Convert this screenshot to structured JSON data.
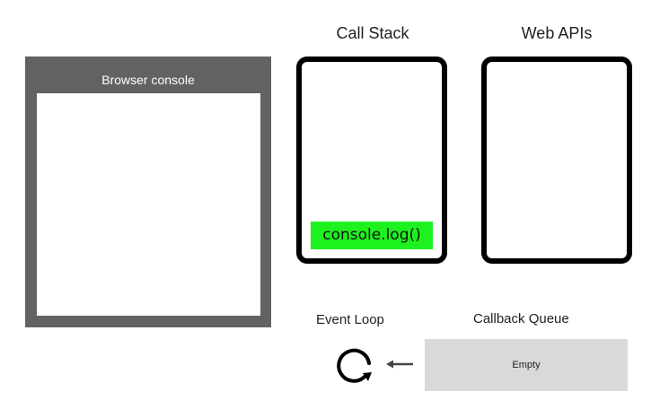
{
  "browser_console": {
    "title": "Browser console"
  },
  "call_stack": {
    "heading": "Call Stack",
    "items": [
      "console.log()"
    ]
  },
  "web_apis": {
    "heading": "Web APIs"
  },
  "event_loop": {
    "label": "Event Loop",
    "icon": "refresh-loop-icon"
  },
  "callback_queue": {
    "label": "Callback Queue",
    "status": "Empty",
    "arrow_icon": "arrow-left-icon"
  },
  "colors": {
    "console_frame": "#626262",
    "stack_item": "#1ef21e",
    "queue_background": "#d9d9d9",
    "frame_border": "#000000"
  }
}
